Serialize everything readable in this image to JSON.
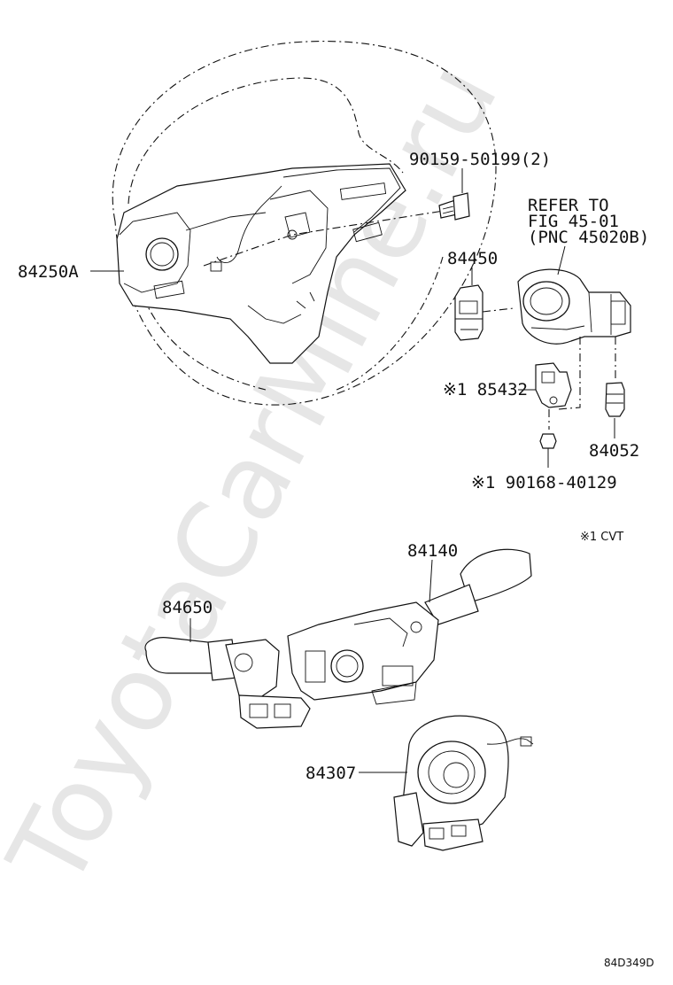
{
  "diagram": {
    "watermark": "ToyotaCarMine.ru",
    "figure_id": "84D349D",
    "note": "※1 CVT",
    "labels": {
      "steering_wheel": "84250A",
      "bolt": "90159-50199(2)",
      "refer_to_line1": "REFER TO",
      "refer_to_line2": "FIG 45-01",
      "refer_to_line3": "(PNC 45020B)",
      "switch_84450": "84450",
      "switch_85432": "※1 85432",
      "sensor_84052": "84052",
      "nut": "※1 90168-40129",
      "wiper_switch": "84140",
      "turn_switch": "84650",
      "spiral_cable": "84307"
    }
  }
}
